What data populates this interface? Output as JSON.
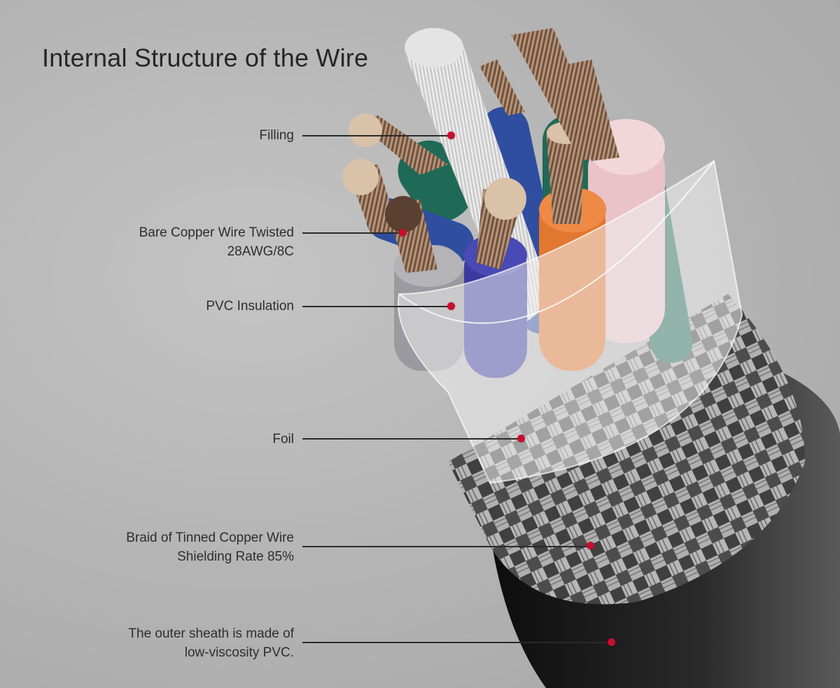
{
  "title": "Internal Structure of the Wire",
  "colors": {
    "accent_dot": "#c8102e",
    "copper": "#8a6a52",
    "filling": "#d8d8d8",
    "blue": "#2f4ea0",
    "green": "#1f6a57",
    "grey": "#9a9aa0",
    "violet": "#3a3aa0",
    "orange": "#e2772f",
    "pink": "#e9c3c8",
    "sheath": "#1a1a1a"
  },
  "labels": [
    {
      "key": "filling",
      "lines": [
        "Filling"
      ]
    },
    {
      "key": "copper",
      "lines": [
        "Bare Copper Wire Twisted",
        "28AWG/8C"
      ]
    },
    {
      "key": "pvc",
      "lines": [
        "PVC Insulation"
      ]
    },
    {
      "key": "foil",
      "lines": [
        "Foil"
      ]
    },
    {
      "key": "braid",
      "lines": [
        "Braid of Tinned Copper Wire",
        "Shielding Rate 85%"
      ]
    },
    {
      "key": "sheath",
      "lines": [
        "The outer sheath is made of",
        "low-viscosity PVC."
      ]
    }
  ]
}
